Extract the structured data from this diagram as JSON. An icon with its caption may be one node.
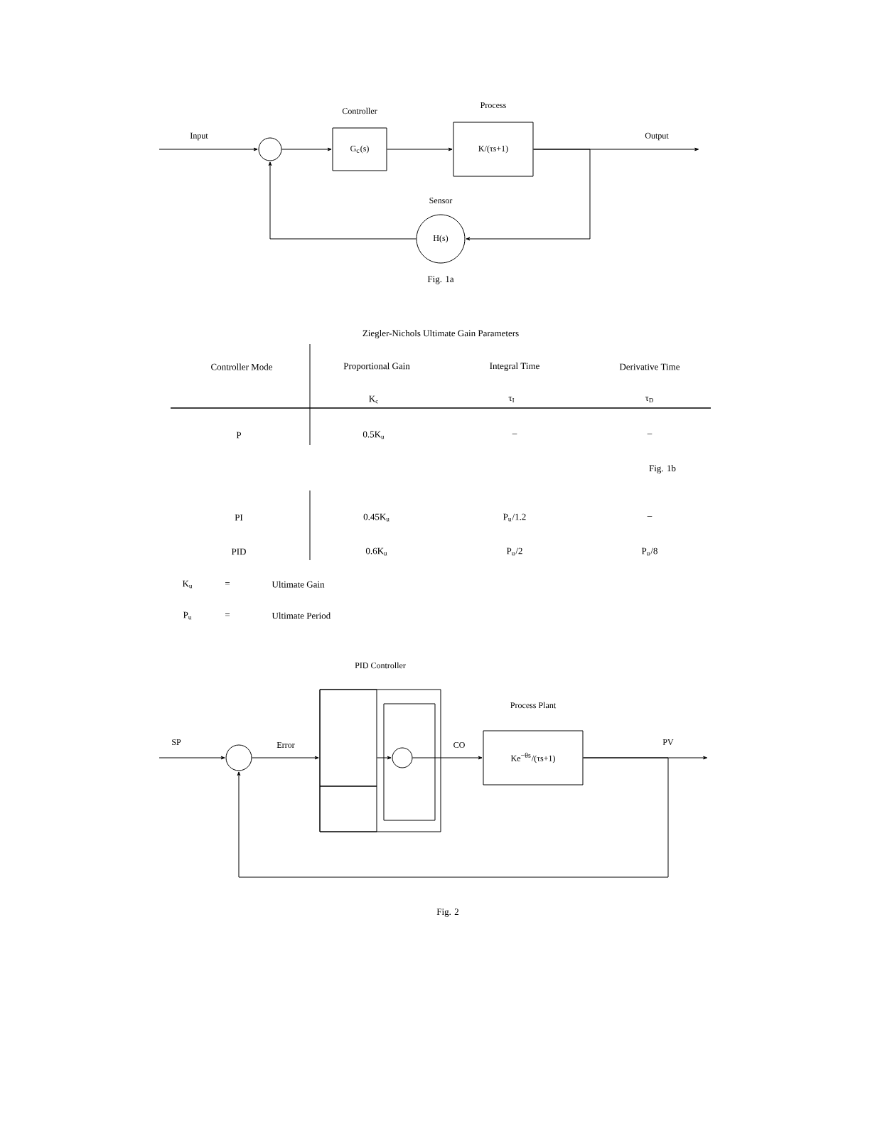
{
  "diagram": {
    "nodes": [
      {
        "text": [],
        "shape": "circle"
      },
      {
        "text": [
          "Controller",
          "G$_{c}$(s)"
        ]
      },
      {
        "text": [
          "Process",
          "K/(τs+1)"
        ]
      },
      {
        "text": [
          "Sensor",
          "H(s)"
        ]
      },
      {
        "text": [],
        "shape": "circle"
      },
      {
        "text": [
          "PID Controller"
        ]
      },
      {
        "text": [],
        "shape": "box",
        "in": 5
      },
      {
        "text": [],
        "shape": "box",
        "in": 5
      },
      {
        "text": [],
        "shape": "box",
        "in": 5
      },
      {
        "text": [],
        "shape": "circle",
        "in": 8
      },
      {
        "text": [
          "Process Plant",
          "Ke$^{−θs}$/(τs+1)"
        ]
      }
    ],
    "edges": [
      {
        "from": null,
        "to": 0,
        "arrow": "to",
        "label": "Input"
      },
      {
        "from": 0,
        "to": 1,
        "arrow": "to"
      },
      {
        "from": 1,
        "to": 2,
        "arrow": "to"
      },
      {
        "from": 2,
        "to": null,
        "arrow": "to",
        "label": "Output"
      },
      {
        "from": 2,
        "to": 3,
        "arrow": "to"
      },
      {
        "from": 3,
        "to": 0,
        "arrow": "to"
      },
      {
        "from": null,
        "to": 4,
        "arrow": "to",
        "label": "SP"
      },
      {
        "from": 4,
        "to": 6,
        "arrow": "to",
        "label": "Error"
      },
      {
        "from": 6,
        "to": 9,
        "arrow": "to"
      },
      {
        "from": 9,
        "to": 10,
        "arrow": "to",
        "label": "CO"
      },
      {
        "from": 10,
        "to": null,
        "arrow": "to",
        "label": "PV"
      },
      {
        "from": 10,
        "to": 4,
        "arrow": "to"
      }
    ],
    "labels": [
      "Fig. 1a",
      "Ziegler-Nichols Ultimate Gain Parameters",
      "Controller Mode",
      "Proportional Gain",
      "Integral Time",
      "Derivative Time",
      "K$_{c}$",
      "τ$_{I}$",
      "τ$_{D}$",
      "P",
      "0.5K$_{u}$",
      "–",
      "–",
      "Fig. 1b",
      "PI",
      "0.45K$_{u}$",
      "P$_{u}$/1.2",
      "–",
      "PID",
      "0.6K$_{u}$",
      "P$_{u}$/2",
      "P$_{u}$/8",
      "K$_{u}$",
      "=",
      "Ultimate Gain",
      "P$_{u}$",
      "=",
      "Ultimate Period",
      "Fig. 2"
    ]
  }
}
